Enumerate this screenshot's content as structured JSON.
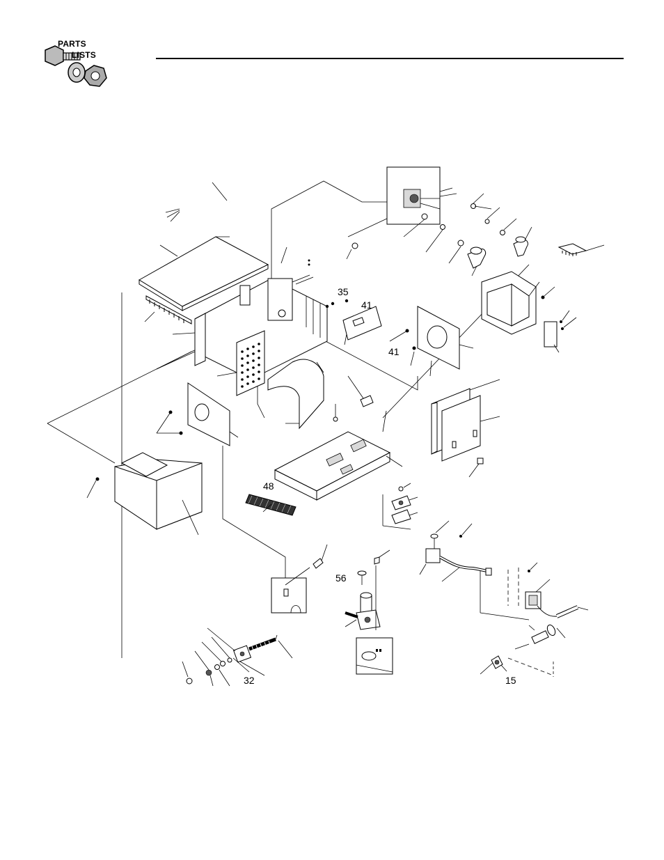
{
  "header": {
    "logo_line1": "PARTS",
    "logo_line2": "LISTS"
  },
  "callouts": {
    "c35": "35",
    "c41a": "41",
    "c41b": "41",
    "c48": "48",
    "c56": "56",
    "c32": "32",
    "c15": "15"
  }
}
